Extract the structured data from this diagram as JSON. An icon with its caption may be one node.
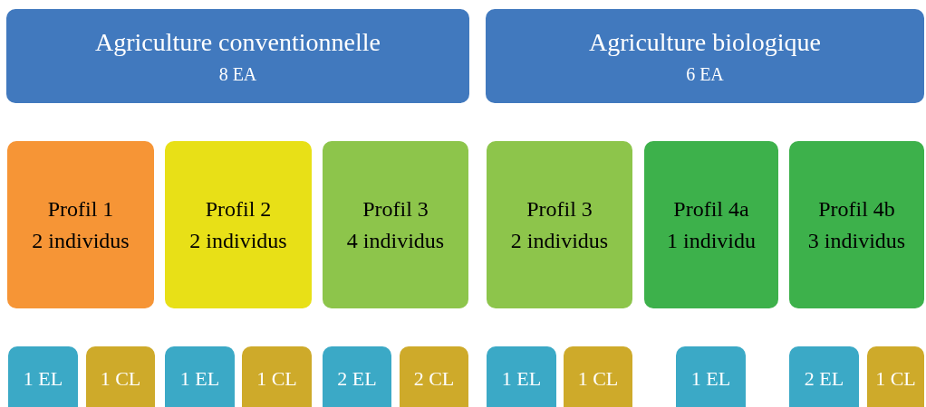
{
  "diagram": {
    "nodes": [
      {
        "text": [
          "Agriculture conventionnelle",
          "8 EA"
        ]
      },
      {
        "text": [
          "Agriculture biologique",
          "6 EA"
        ]
      },
      {
        "text": [
          "Profil 1",
          "2 individus"
        ]
      },
      {
        "text": [
          "Profil 2",
          "2 individus"
        ]
      },
      {
        "text": [
          "Profil 3",
          "4 individus"
        ]
      },
      {
        "text": [
          "Profil 3",
          "2 individus"
        ]
      },
      {
        "text": [
          "Profil 4a",
          "1 individu"
        ]
      },
      {
        "text": [
          "Profil 4b",
          "3 individus"
        ]
      },
      {
        "text": [
          "1 EL"
        ]
      },
      {
        "text": [
          "1 CL"
        ]
      },
      {
        "text": [
          "1 EL"
        ]
      },
      {
        "text": [
          "1 CL"
        ]
      },
      {
        "text": [
          "2 EL"
        ]
      },
      {
        "text": [
          "2 CL"
        ]
      },
      {
        "text": [
          "1 EL"
        ]
      },
      {
        "text": [
          "1 CL"
        ]
      },
      {
        "text": [
          "1 EL"
        ]
      },
      {
        "text": [
          "2 EL"
        ]
      },
      {
        "text": [
          "1 CL"
        ]
      }
    ]
  }
}
